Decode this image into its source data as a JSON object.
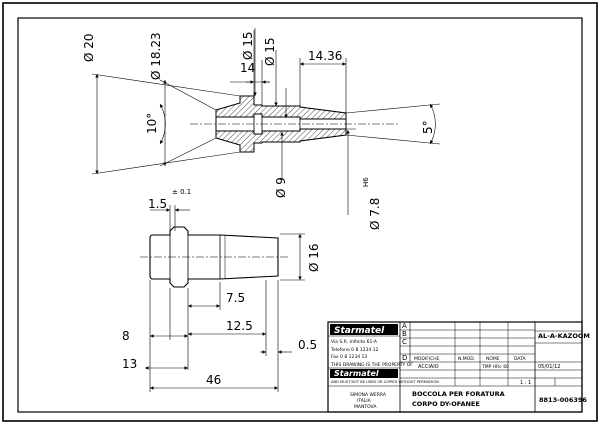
{
  "dimensions": {
    "d20": "Ø 20",
    "d18_23": "Ø 18.23",
    "d15a": "Ø 15",
    "d15b": "Ø 15",
    "d14": "14",
    "d14_36": "14.36",
    "angle10": "10°",
    "angle5": "5°",
    "d9": "Ø 9",
    "d7_8": "Ø 7.8",
    "h6": "H6",
    "tol": "± 0.1",
    "d1_5": "1.5",
    "d16": "Ø 16",
    "d7_5": "7.5",
    "d12_5": "12.5",
    "d8": "8",
    "d13": "13",
    "d0_5": "0.5",
    "d46": "46"
  },
  "title_block": {
    "logo": "Starmatel",
    "address_lines": [
      "Via S.R. Infinito 61-A",
      "Telefono 0 8 1234 12",
      "Fax 0 8 1234 13"
    ],
    "property_note": "THIS DRAWING IS THE PROPERTY OF",
    "usage_note": "AND MUST NOT BE USED OR COPIED WITHOUT PERMISSION",
    "company_small": [
      "SIMONA WERRA",
      "ITALIA",
      "MANTOVA"
    ],
    "rev_letters": [
      "A",
      "B",
      "C",
      "D"
    ],
    "headers": [
      "MODIFICHE",
      "N.MOD.",
      "NOME",
      "DATA"
    ],
    "material": "ACCIAIO",
    "treatment": "TMP HRc 60",
    "date": "05/01/12",
    "scale": "1 : 1",
    "title_line1": "BOCCOLA PER FORATURA",
    "title_line2": "CORPO DY-OFANEE",
    "top_right": "AL-A-KAZOOM",
    "drawing_number": "8813-006396"
  }
}
